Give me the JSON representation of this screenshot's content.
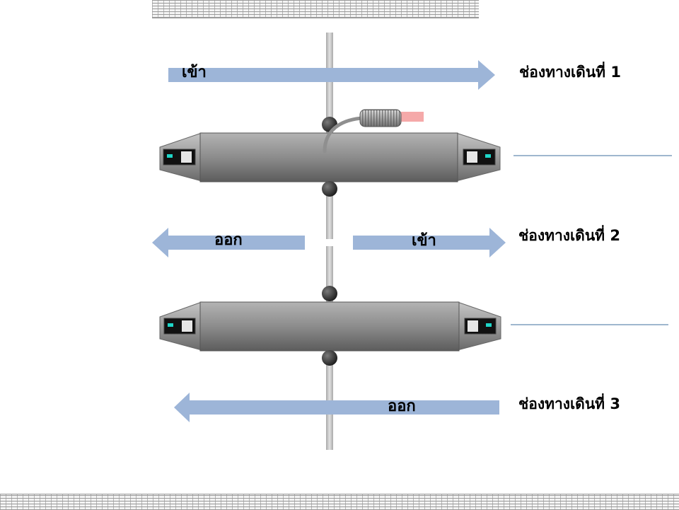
{
  "lanes": [
    {
      "label": "ช่องทางเดินที่ 1"
    },
    {
      "label": "ช่องทางเดินที่ 2"
    },
    {
      "label": "ช่องทางเดินที่ 3"
    }
  ],
  "arrows": {
    "lane1_in": "เข้า",
    "lane2_out": "ออก",
    "lane2_in": "เข้า",
    "lane3_out": "ออก"
  },
  "colors": {
    "arrow": "#9db5d8",
    "gate_body": "#8e8e8e",
    "pole": "#c8c8c8",
    "sensor_beam": "#f4a0a0",
    "divider": "#3f6f9c",
    "led": "#1fd6c8"
  },
  "icons": [
    "proximity-sensor-icon",
    "turnstile-gate-icon",
    "direction-arrow-icon"
  ]
}
